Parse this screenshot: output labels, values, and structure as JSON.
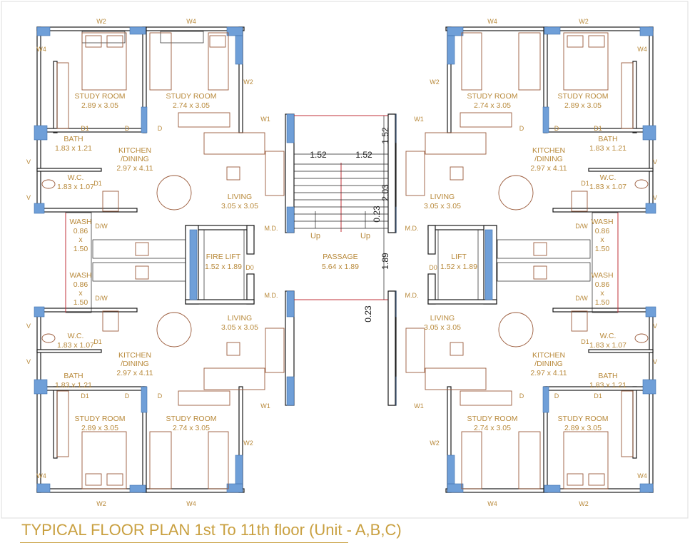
{
  "title": "TYPICAL FLOOR PLAN  1st To 11th floor (Unit - A,B,C)",
  "colors": {
    "label": "#b8893a",
    "wall": "#1a1a1a",
    "window": "#6f9fd8",
    "furniture": "#9a5a3a",
    "stair_rail": "#c2323a"
  },
  "rooms": [
    {
      "name": "STUDY ROOM",
      "size": "2.89 x 3.05"
    },
    {
      "name": "STUDY ROOM",
      "size": "2.74 x 3.05"
    },
    {
      "name": "STUDY ROOM",
      "size": "2.74 x 3.05"
    },
    {
      "name": "STUDY ROOM",
      "size": "2.89 x 3.05"
    },
    {
      "name": "BATH",
      "size": "1.83 x 1.21"
    },
    {
      "name": "BATH",
      "size": "1.83 x 1.21"
    },
    {
      "name": "KITCHEN",
      "name2": "/DINING",
      "size": "2.97 x 4.11"
    },
    {
      "name": "KITCHEN",
      "name2": "/DINING",
      "size": "2.97 x 4.11"
    },
    {
      "name": "W.C.",
      "size": "1.83 x 1.07"
    },
    {
      "name": "W.C.",
      "size": "1.83 x 1.07"
    },
    {
      "name": "LIVING",
      "size": "3.05 x 3.05"
    },
    {
      "name": "LIVING",
      "size": "3.05 x 3.05"
    },
    {
      "name": "WASH",
      "size": [
        "0.86",
        "x",
        "1.50"
      ]
    },
    {
      "name": "WASH",
      "size": [
        "0.86",
        "x",
        "1.50"
      ]
    },
    {
      "name": "FIRE LIFT",
      "size": "1.52 x 1.89"
    },
    {
      "name": "LIFT",
      "size": "1.52 x 1.89"
    },
    {
      "name": "PASSAGE",
      "size": "5.64 x 1.89"
    },
    {
      "name": "KITCHEN",
      "name2": "/DINING",
      "size": "2.97 x 4.11"
    },
    {
      "name": "KITCHEN",
      "name2": "/DINING",
      "size": "2.97 x 4.11"
    },
    {
      "name": "W.C.",
      "size": "1.83 x 1.07"
    },
    {
      "name": "W.C.",
      "size": "1.83 x 1.07"
    },
    {
      "name": "LIVING",
      "size": "3.05 x 3.05"
    },
    {
      "name": "LIVING",
      "size": "3.05 x 3.05"
    },
    {
      "name": "WASH",
      "size": [
        "0.86",
        "x",
        "1.50"
      ]
    },
    {
      "name": "WASH",
      "size": [
        "0.86",
        "x",
        "1.50"
      ]
    },
    {
      "name": "BATH",
      "size": "1.83 x 1.21"
    },
    {
      "name": "BATH",
      "size": "1.83 x 1.21"
    },
    {
      "name": "STUDY ROOM",
      "size": "2.89 x 3.05"
    },
    {
      "name": "STUDY ROOM",
      "size": "2.74 x 3.05"
    },
    {
      "name": "STUDY ROOM",
      "size": "2.74 x 3.05"
    },
    {
      "name": "STUDY ROOM",
      "size": "2.89 x 3.05"
    }
  ],
  "tags": [
    "W2",
    "W4",
    "W2",
    "W4",
    "W4",
    "W4",
    "W2",
    "W2",
    "W1",
    "W1",
    "D",
    "D",
    "D",
    "D",
    "D1",
    "D1",
    "D1",
    "D1",
    "V",
    "V",
    "V",
    "V",
    "D/W",
    "D/W",
    "M.D.",
    "M.D.",
    "D0",
    "D0",
    "M.D.",
    "M.D.",
    "D/W",
    "D/W",
    "V",
    "V",
    "V",
    "V",
    "D1",
    "D1",
    "D1",
    "D1",
    "D",
    "D",
    "D",
    "D",
    "W1",
    "W1",
    "W2",
    "W2",
    "W4",
    "W4",
    "W2",
    "W4",
    "W4",
    "W2"
  ],
  "stair": {
    "dims": [
      "1.52",
      "1.52",
      "1.52",
      "2.03",
      "0.23",
      "1.89",
      "0.23"
    ],
    "up": [
      "Up",
      "Up"
    ]
  }
}
